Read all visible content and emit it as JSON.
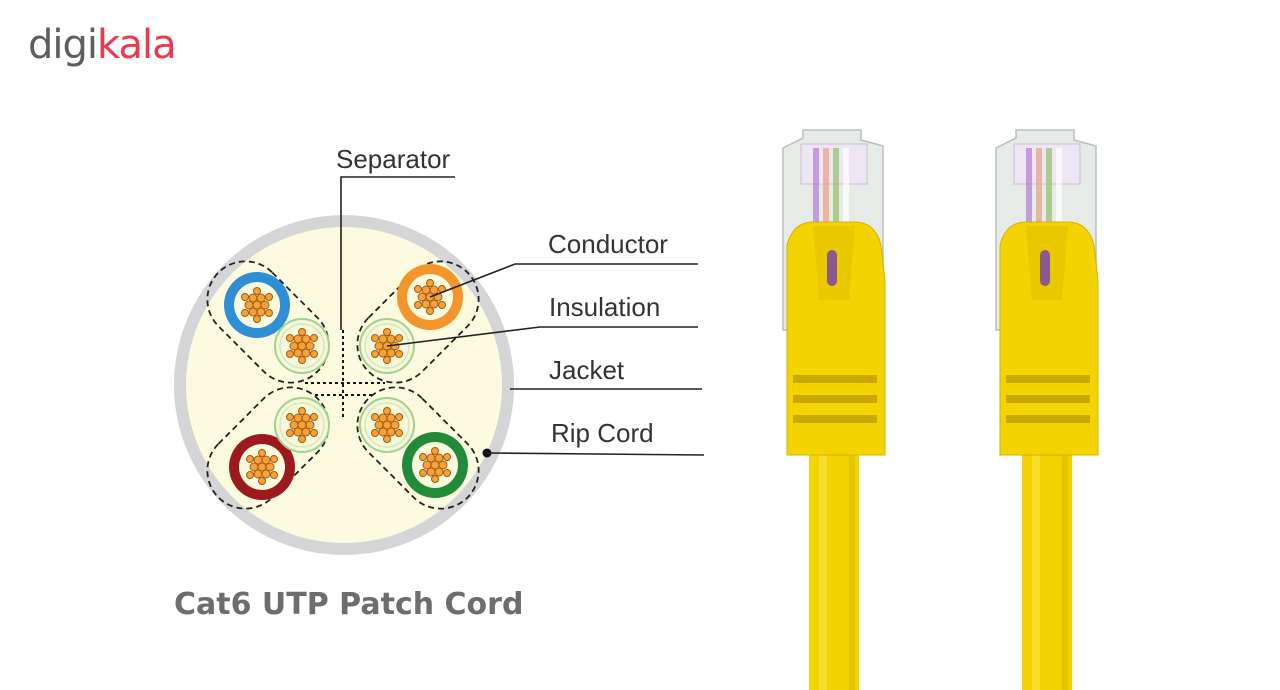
{
  "brand": {
    "part1": "digi",
    "part2": "kala",
    "color_gray": "#5e5e5e",
    "color_red": "#ee384e"
  },
  "diagram": {
    "labels": {
      "separator": "Separator",
      "conductor": "Conductor",
      "insulation": "Insulation",
      "jacket": "Jacket",
      "rip_cord": "Rip Cord"
    },
    "caption": "Cat6 UTP Patch Cord",
    "pair_colors": [
      "#2f8fd6",
      "#f4952c",
      "#9c1a1e",
      "#228b3a"
    ],
    "jacket_color": "#fdfbdf",
    "cable_color": "#f3d400"
  }
}
